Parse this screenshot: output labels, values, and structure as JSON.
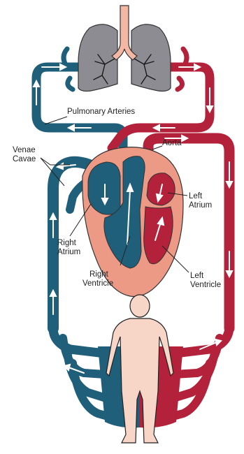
{
  "labels": {
    "pulmonary_arteries": "Pulmonary Arteries",
    "aorta": "Aorta",
    "venae_cavae_line1": "Venae",
    "venae_cavae_line2": "Cavae",
    "left_atrium_line1": "Left",
    "left_atrium_line2": "Atrium",
    "right_atrium_line1": "Right",
    "right_atrium_line2": "Atrium",
    "right_ventricle_line1": "Right",
    "right_ventricle_line2": "Ventricle",
    "left_ventricle_line1": "Left",
    "left_ventricle_line2": "Ventricle"
  },
  "colors": {
    "deoxygenated": "#1f5f7a",
    "oxygenated": "#b3223a",
    "heart_muscle": "#ec9a86",
    "lungs": "#8c8c92",
    "trachea": "#f3b7a4",
    "body": "#f7d6c8",
    "arrows": "#ffffff"
  }
}
